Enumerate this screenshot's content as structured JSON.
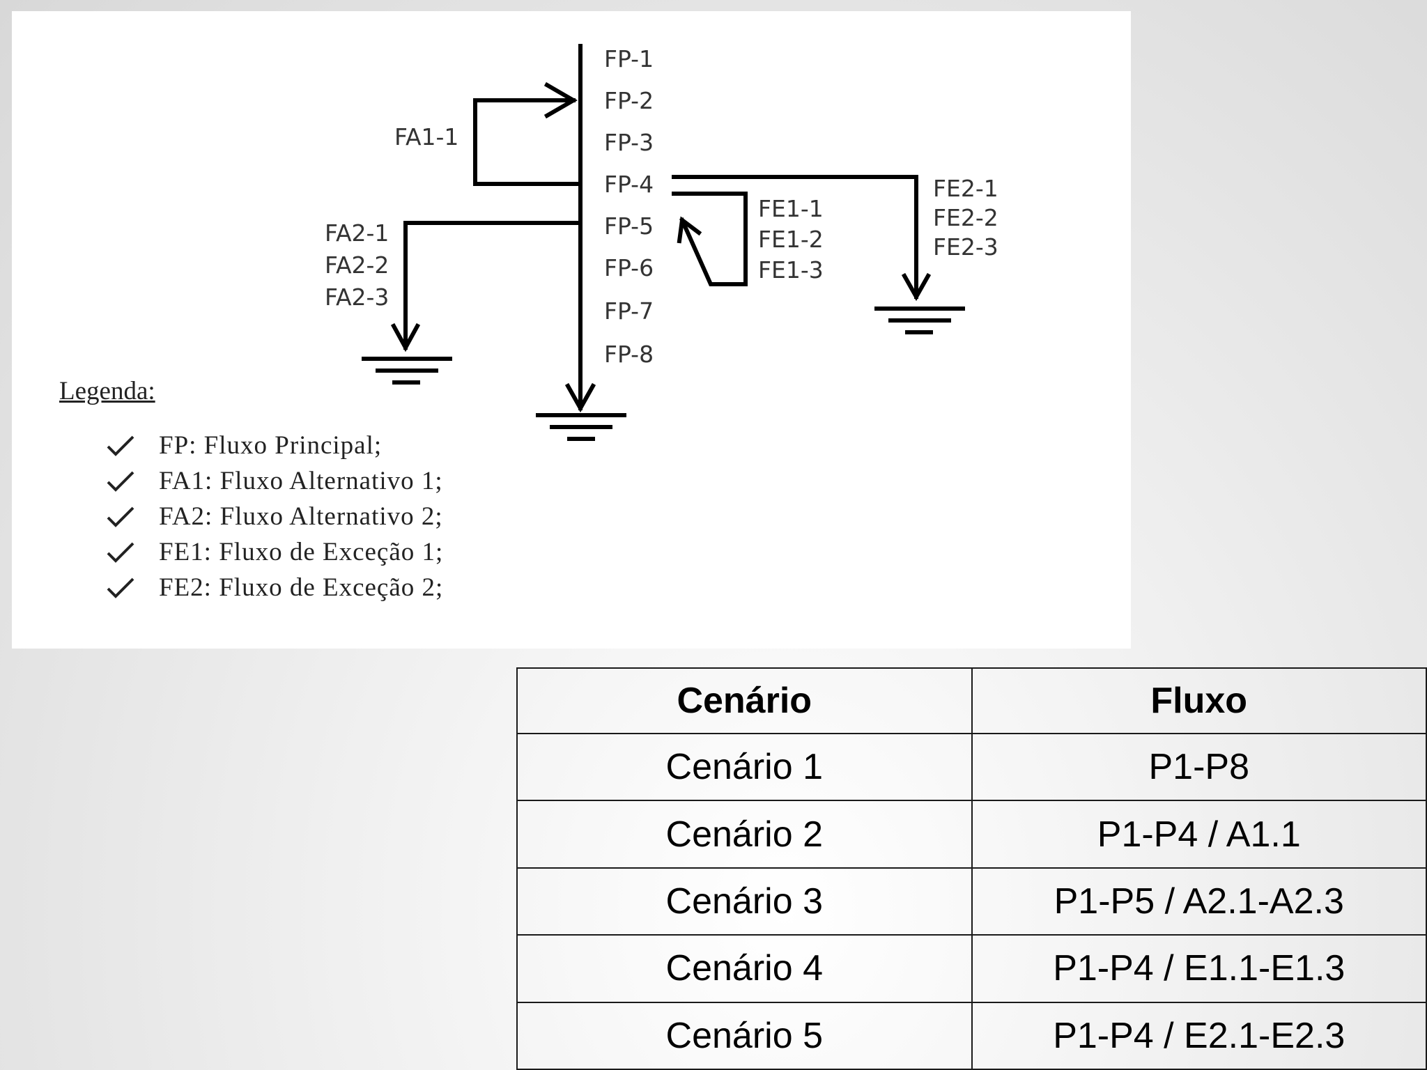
{
  "diagram": {
    "main_flow": [
      "FP-1",
      "FP-2",
      "FP-3",
      "FP-4",
      "FP-5",
      "FP-6",
      "FP-7",
      "FP-8"
    ],
    "alt_flow_1": [
      "FA1-1"
    ],
    "alt_flow_2": [
      "FA2-1",
      "FA2-2",
      "FA2-3"
    ],
    "exc_flow_1": [
      "FE1-1",
      "FE1-2",
      "FE1-3"
    ],
    "exc_flow_2": [
      "FE2-1",
      "FE2-2",
      "FE2-3"
    ]
  },
  "legend": {
    "title": "Legenda:",
    "items": [
      "FP: Fluxo Principal;",
      "FA1: Fluxo Alternativo 1;",
      "FA2: Fluxo Alternativo 2;",
      "FE1: Fluxo de Exceção 1;",
      "FE2: Fluxo de Exceção 2;"
    ]
  },
  "table": {
    "headers": [
      "Cenário",
      "Fluxo"
    ],
    "rows": [
      [
        "Cenário 1",
        "P1-P8"
      ],
      [
        "Cenário 2",
        "P1-P4 / A1.1"
      ],
      [
        "Cenário 3",
        "P1-P5 / A2.1-A2.3"
      ],
      [
        "Cenário 4",
        "P1-P4 / E1.1-E1.3"
      ],
      [
        "Cenário 5",
        "P1-P4 / E2.1-E2.3"
      ]
    ]
  }
}
